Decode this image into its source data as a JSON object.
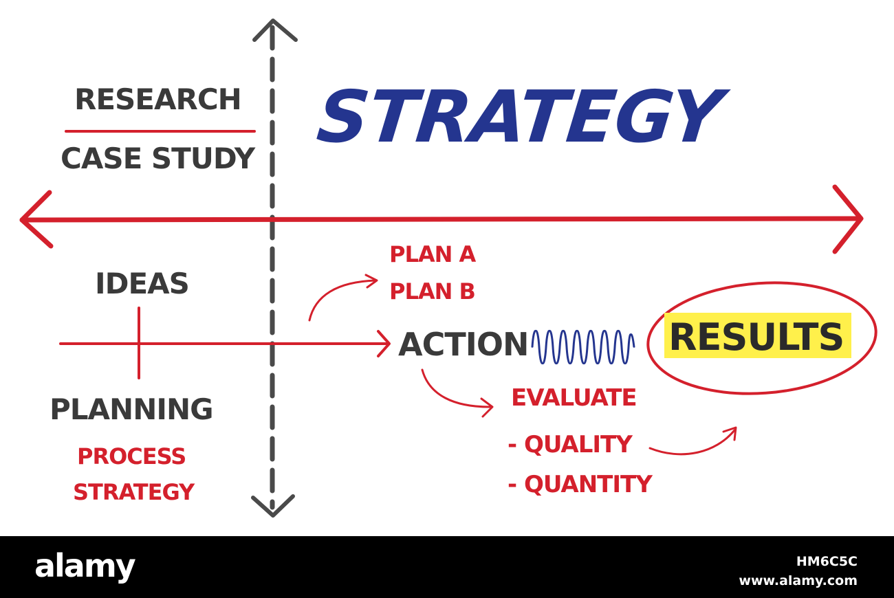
{
  "title": "STRATEGY",
  "left_top": {
    "top_label": "RESEARCH",
    "bottom_label": "CASE STUDY"
  },
  "left_bottom": {
    "ideas": "IDEAS",
    "planning": "PLANNING",
    "process": "PROCESS",
    "strategy": "STRATEGY"
  },
  "flow": {
    "plan_a": "PLAN A",
    "plan_b": "PLAN B",
    "action": "ACTION",
    "results": "RESULTS",
    "evaluate": "EVALUATE",
    "quality": "- QUALITY",
    "quantity": "- QUANTITY"
  },
  "footer": {
    "logo": "alamy",
    "image_id": "HM6C5C",
    "site": "www.alamy.com"
  },
  "colors": {
    "title": "#24358f",
    "red_ink": "#d4202c",
    "dark_ink": "#3a3a3a",
    "highlight": "#fff04b",
    "wave": "#24358f"
  }
}
